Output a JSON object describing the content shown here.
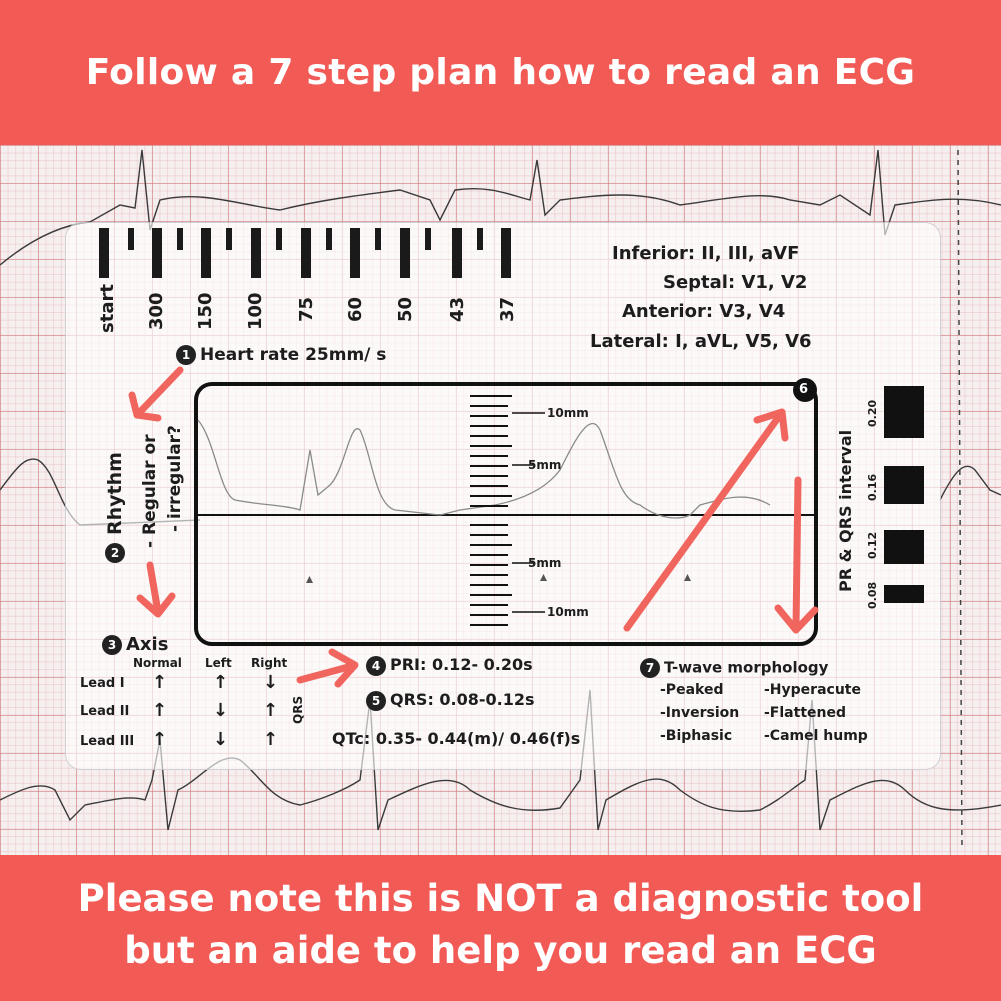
{
  "top_banner": {
    "text": "Follow a 7 step plan how to read an ECG"
  },
  "bottom_banner": {
    "line1": "Please note this is NOT a diagnostic tool",
    "line2": "but an aide to help you read an ECG"
  },
  "heart_rate_scale": {
    "labels": [
      "start",
      "300",
      "150",
      "100",
      "75",
      "60",
      "50",
      "43",
      "37"
    ]
  },
  "leads": {
    "inferior": "Inferior: II, III, aVF",
    "septal": "Septal: V1, V2",
    "anterior": "Anterior: V3, V4",
    "lateral": "Lateral: I, aVL, V5, V6"
  },
  "steps": {
    "s1": {
      "num": "1",
      "label": "Heart rate 25mm/ s"
    },
    "s2": {
      "num": "2",
      "label": "Rhythm",
      "sub1": "- Regular or",
      "sub2": "- irregular?"
    },
    "s3": {
      "num": "3",
      "label": "Axis"
    },
    "s4": {
      "num": "4",
      "label": "PRI: 0.12- 0.20s"
    },
    "s5": {
      "num": "5",
      "label": "QRS: 0.08-0.12s"
    },
    "s6": {
      "num": "6"
    },
    "s7": {
      "num": "7",
      "label": "T-wave morphology"
    }
  },
  "qtc": "QTc: 0.35- 0.44(m)/ 0.46(f)s",
  "axis_table": {
    "headers": [
      "Normal",
      "Left",
      "Right"
    ],
    "rows": [
      "Lead I",
      "Lead II",
      "Lead III"
    ],
    "qrs": "QRS",
    "arrows": [
      [
        "↑",
        "↑",
        "↓"
      ],
      [
        "↑",
        "↓",
        "↑"
      ],
      [
        "↑",
        "↓",
        "↑"
      ]
    ]
  },
  "ruler": {
    "top10": "10mm",
    "top5": "5mm",
    "bot5": "5mm",
    "bot10": "10mm"
  },
  "interval_scale": {
    "title": "PR & QRS interval",
    "labels": [
      "0.20",
      "0.16",
      "0.12",
      "0.08"
    ]
  },
  "twave": {
    "a1": "-Peaked",
    "b1": "-Hyperacute",
    "a2": "-Inversion",
    "b2": "-Flattened",
    "a3": "-Biphasic",
    "b3": "-Camel hump"
  },
  "colors": {
    "banner": "#f25a55",
    "arrow": "#f0655d",
    "ink": "#1d1d1d"
  }
}
